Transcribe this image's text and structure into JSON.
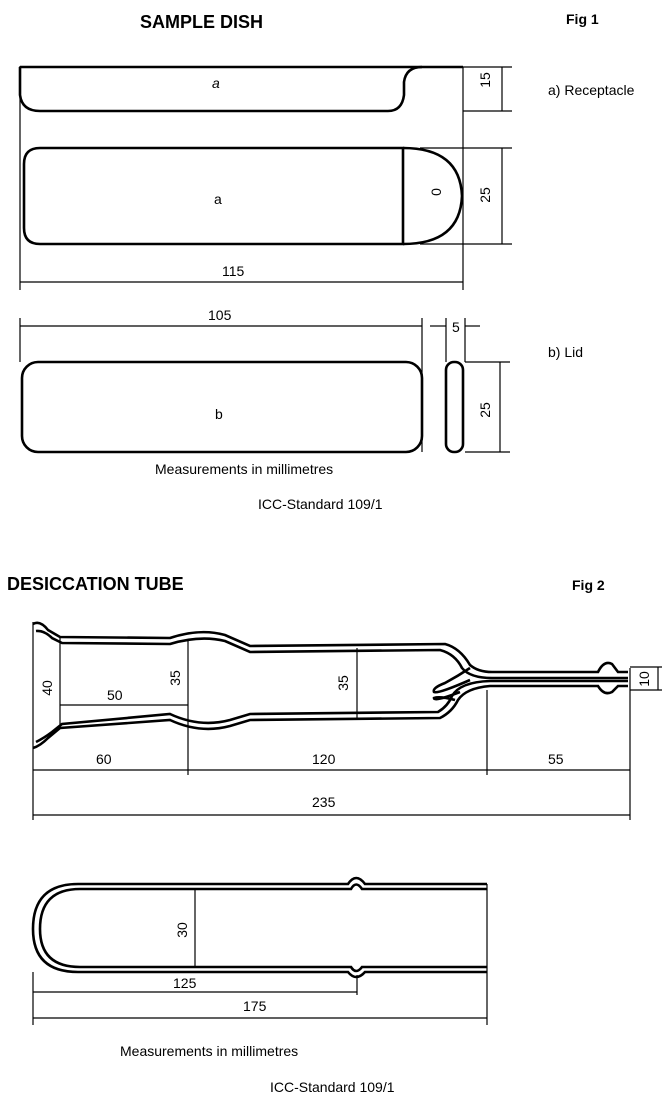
{
  "fig1": {
    "title": "SAMPLE DISH",
    "fig_label": "Fig 1",
    "receptacle_label": "a) Receptacle",
    "lid_label": "b) Lid",
    "part_a": "a",
    "part_a2": "a",
    "part_b": "b",
    "zero_mark": "0",
    "dim_height_top": "15",
    "dim_width_top": "25",
    "dim_length": "115",
    "dim_lid_length": "105",
    "dim_lid_thickness": "5",
    "dim_lid_width": "25",
    "units_note": "Measurements in millimetres",
    "standard": "ICC-Standard 109/1"
  },
  "fig2": {
    "title": "DESICCATION TUBE",
    "fig_label": "Fig 2",
    "dim_mouth": "40",
    "dim_inner_50": "50",
    "dim_dia_35a": "35",
    "dim_dia_35b": "35",
    "dim_neck": "10",
    "dim_60": "60",
    "dim_120": "120",
    "dim_55": "55",
    "dim_235": "235",
    "dim_30": "30",
    "dim_125": "125",
    "dim_175": "175",
    "units_note": "Measurements in millimetres",
    "standard": "ICC-Standard 109/1"
  }
}
